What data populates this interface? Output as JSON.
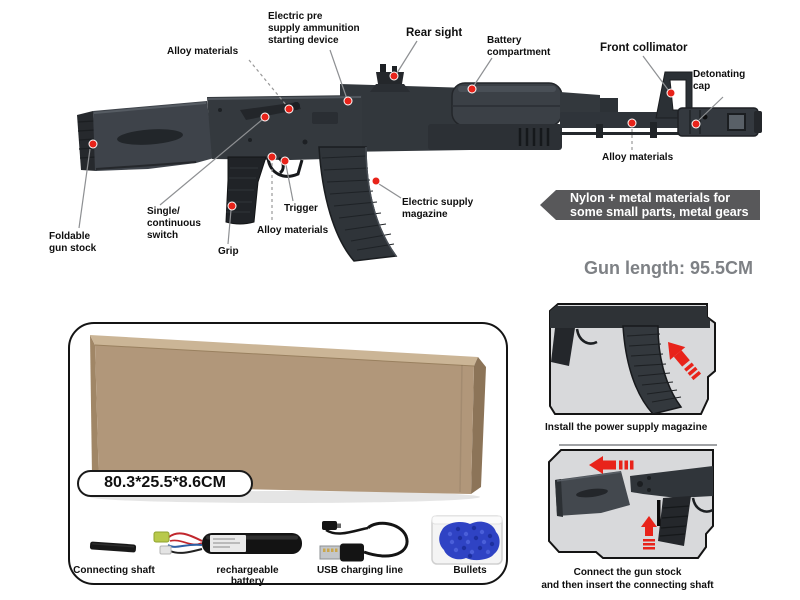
{
  "rifle_diagram": {
    "callouts": [
      {
        "id": "foldable-gun-stock",
        "label": "Foldable\ngun stock"
      },
      {
        "id": "single-continuous-switch",
        "label": "Single/\ncontinuous\nswitch"
      },
      {
        "id": "grip",
        "label": "Grip"
      },
      {
        "id": "alloy-materials-lower",
        "label": "Alloy materials"
      },
      {
        "id": "trigger",
        "label": "Trigger"
      },
      {
        "id": "electric-supply-magazine",
        "label": "Electric supply\nmagazine"
      },
      {
        "id": "alloy-materials-upper",
        "label": "Alloy materials"
      },
      {
        "id": "electric-pre-supply",
        "label": "Electric pre\nsupply ammunition\nstarting device"
      },
      {
        "id": "rear-sight",
        "label": "Rear sight"
      },
      {
        "id": "battery-compartment",
        "label": "Battery\ncompartment"
      },
      {
        "id": "front-collimator",
        "label": "Front collimator"
      },
      {
        "id": "detonating-cap",
        "label": "Detonating\ncap"
      },
      {
        "id": "alloy-materials-barrel",
        "label": "Alloy materials"
      }
    ],
    "banner_text": "Nylon + metal materials for\nsome small parts, metal gears",
    "gun_length_text": "Gun length: 95.5CM",
    "colors": {
      "callout_dot_red": "#e8231a",
      "banner_bg": "#58585a",
      "length_text_gray": "#7e8185",
      "gun_body": "#33383d"
    }
  },
  "package": {
    "box_dimensions": "80.3*25.5*8.6CM",
    "colors": {
      "cardboard_front": "#b1977a",
      "cardboard_top": "#cbb596",
      "cardboard_side": "#8c7458",
      "bullets_blue": "#2f43c4"
    },
    "accessories": [
      {
        "id": "connecting-shaft",
        "label": "Connecting shaft"
      },
      {
        "id": "rechargeable-battery",
        "label": "rechargeable battery"
      },
      {
        "id": "usb-charging-line",
        "label": "USB charging line"
      },
      {
        "id": "bullets",
        "label": "Bullets"
      }
    ]
  },
  "instructions": [
    {
      "id": "install-magazine",
      "caption": "Install the power supply magazine"
    },
    {
      "id": "connect-stock",
      "caption": "Connect the gun stock\nand then insert the connecting shaft"
    }
  ]
}
